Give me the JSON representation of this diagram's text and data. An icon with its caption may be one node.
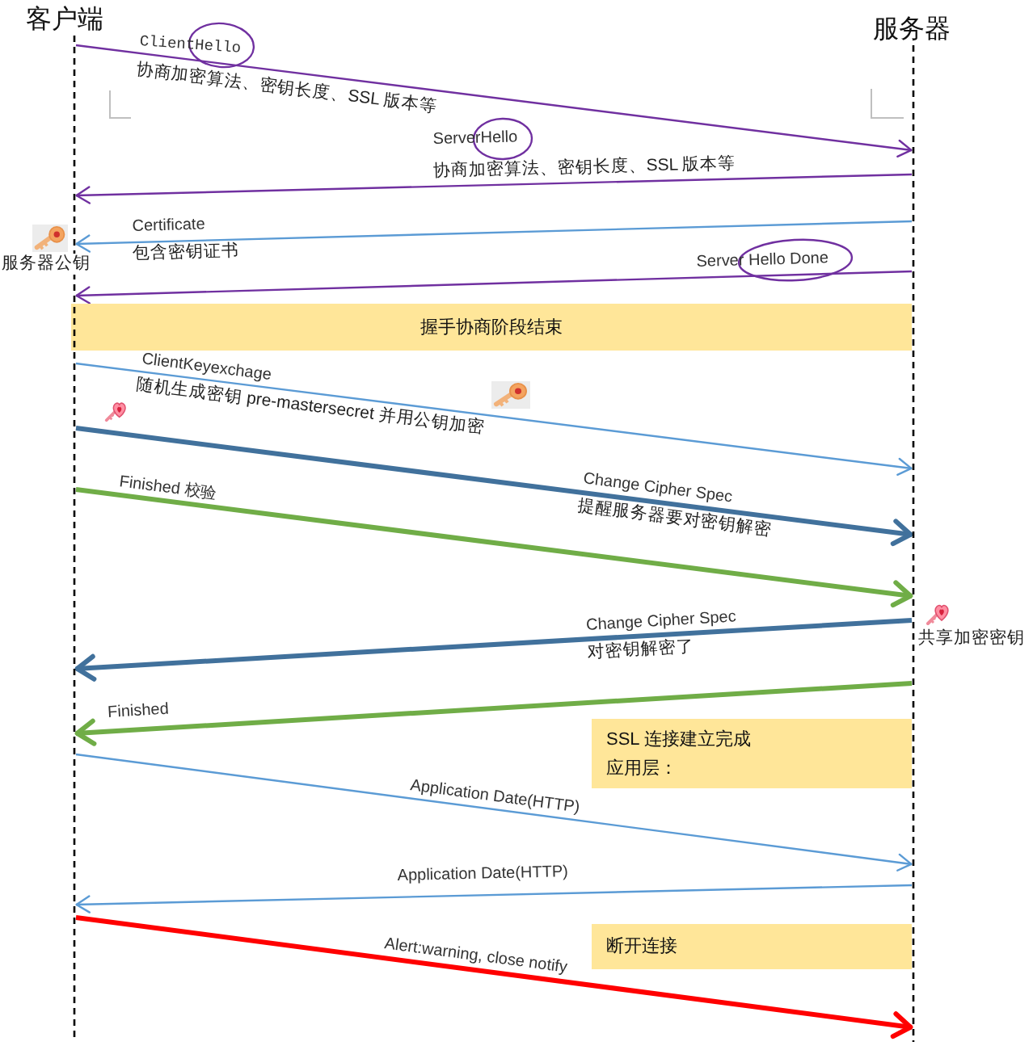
{
  "diagram": {
    "nodes": [
      {
        "text": [
          "客户端"
        ]
      },
      {
        "text": [
          "服务器"
        ]
      },
      {
        "text": [
          "握手协商阶段结束"
        ]
      },
      {
        "text": [
          "SSL 连接建立完成",
          "应用层："
        ]
      },
      {
        "text": [
          "断开连接"
        ]
      }
    ],
    "edges": [
      {
        "from": 0,
        "to": 1,
        "arrow": "to",
        "label": "ClientHello",
        "color": "#7030a0"
      },
      {
        "from": 1,
        "to": 0,
        "arrow": "to",
        "label": "ServerHello",
        "color": "#7030a0"
      },
      {
        "from": 1,
        "to": 0,
        "arrow": "to",
        "label": "Certificate",
        "color": "#5b9bd5"
      },
      {
        "from": 1,
        "to": 0,
        "arrow": "to",
        "label": "Server Hello Done",
        "color": "#7030a0"
      },
      {
        "from": 0,
        "to": 1,
        "arrow": "to",
        "label": "ClientKeyexchage",
        "color": "#5b9bd5"
      },
      {
        "from": 0,
        "to": 1,
        "arrow": "to",
        "label": "Change Cipher Spec",
        "style": "thick",
        "color": "#41719c"
      },
      {
        "from": 0,
        "to": 1,
        "arrow": "to",
        "label": "Finished 校验",
        "style": "thick",
        "color": "#70ad47"
      },
      {
        "from": 1,
        "to": 0,
        "arrow": "to",
        "label": "Change Cipher Spec",
        "style": "thick",
        "color": "#41719c"
      },
      {
        "from": 1,
        "to": 0,
        "arrow": "to",
        "label": "Finished",
        "style": "thick",
        "color": "#70ad47"
      },
      {
        "from": 0,
        "to": 1,
        "arrow": "to",
        "label": "Application Date(HTTP)",
        "color": "#5b9bd5"
      },
      {
        "from": 1,
        "to": 0,
        "arrow": "to",
        "label": "Application Date(HTTP)",
        "color": "#5b9bd5"
      },
      {
        "from": 0,
        "to": 1,
        "arrow": "to",
        "label": "Alert:warning, close notify",
        "style": "thick",
        "color": "#ff0000"
      }
    ],
    "labels": [
      "协商加密算法、密钥长度、SSL 版本等",
      "协商加密算法、密钥长度、SSL 版本等",
      "包含密钥证书",
      "服务器公钥",
      "随机生成密钥 pre-mastersecret 并用公钥加密",
      "提醒服务器要对密钥解密",
      "对密钥解密了",
      "共享加密密钥"
    ]
  }
}
